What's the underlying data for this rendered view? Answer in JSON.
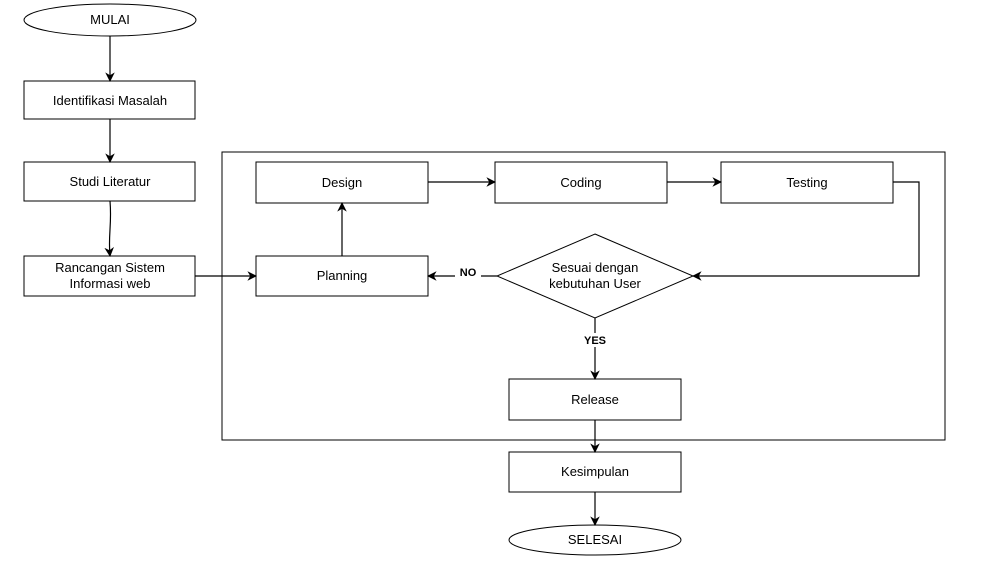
{
  "nodes": {
    "mulai": "MULAI",
    "identifikasi": "Identifikasi Masalah",
    "studi": "Studi Literatur",
    "rancangan_line1": "Rancangan Sistem",
    "rancangan_line2": "Informasi web",
    "design": "Design",
    "coding": "Coding",
    "testing": "Testing",
    "planning": "Planning",
    "decision_line1": "Sesuai dengan",
    "decision_line2": "kebutuhan User",
    "release": "Release",
    "kesimpulan": "Kesimpulan",
    "selesai": "SELESAI"
  },
  "edge_labels": {
    "no": "NO",
    "yes": "YES"
  }
}
